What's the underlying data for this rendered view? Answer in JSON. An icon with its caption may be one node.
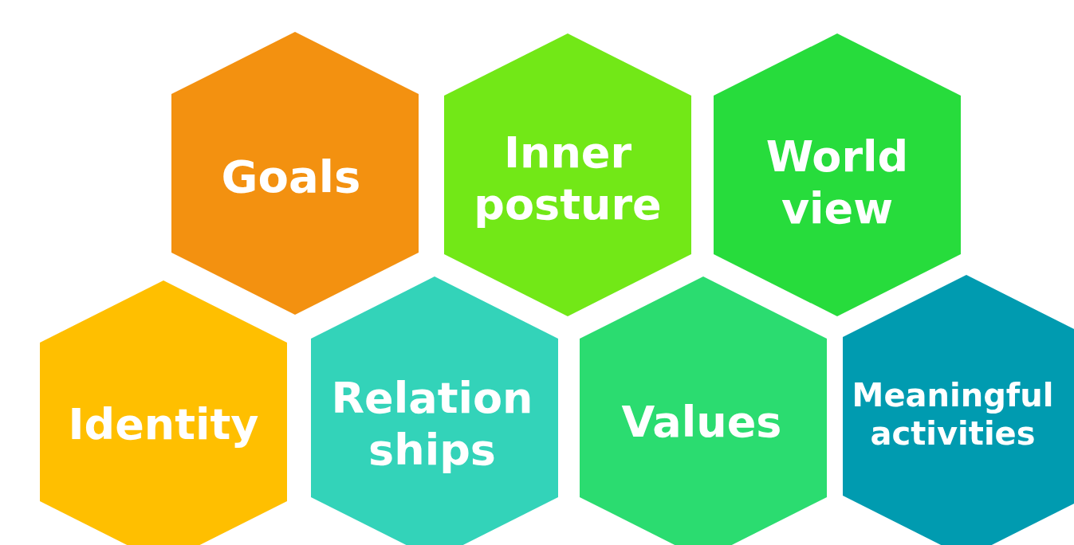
{
  "diagram": {
    "nodes": [
      {
        "text": [
          "Goals"
        ]
      },
      {
        "text": [
          "Inner posture"
        ]
      },
      {
        "text": [
          "World view"
        ]
      },
      {
        "text": [
          "Identity"
        ]
      },
      {
        "text": [
          "Relation ships"
        ]
      },
      {
        "text": [
          "Values"
        ]
      },
      {
        "text": [
          "Meaningful activities"
        ]
      }
    ]
  }
}
